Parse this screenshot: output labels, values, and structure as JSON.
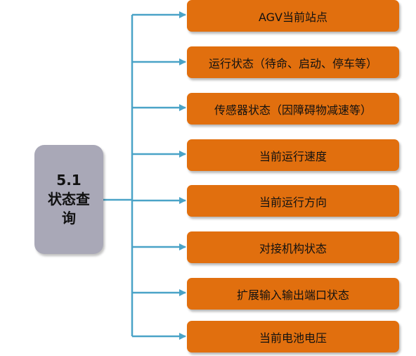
{
  "colors": {
    "root_fill": "#a9a8b7",
    "leaf_fill": "#e16f0e",
    "connector": "#4aa3c7"
  },
  "root": {
    "line1": "5.1",
    "line2": "状态查",
    "line3": "询"
  },
  "leaves": [
    {
      "label": "AGV当前站点"
    },
    {
      "label": "运行状态（待命、启动、停车等）"
    },
    {
      "label": "传感器状态（因障碍物减速等）"
    },
    {
      "label": "当前运行速度"
    },
    {
      "label": "当前运行方向"
    },
    {
      "label": "对接机构状态"
    },
    {
      "label": "扩展输入输出端口状态"
    },
    {
      "label": "当前电池电压"
    }
  ]
}
